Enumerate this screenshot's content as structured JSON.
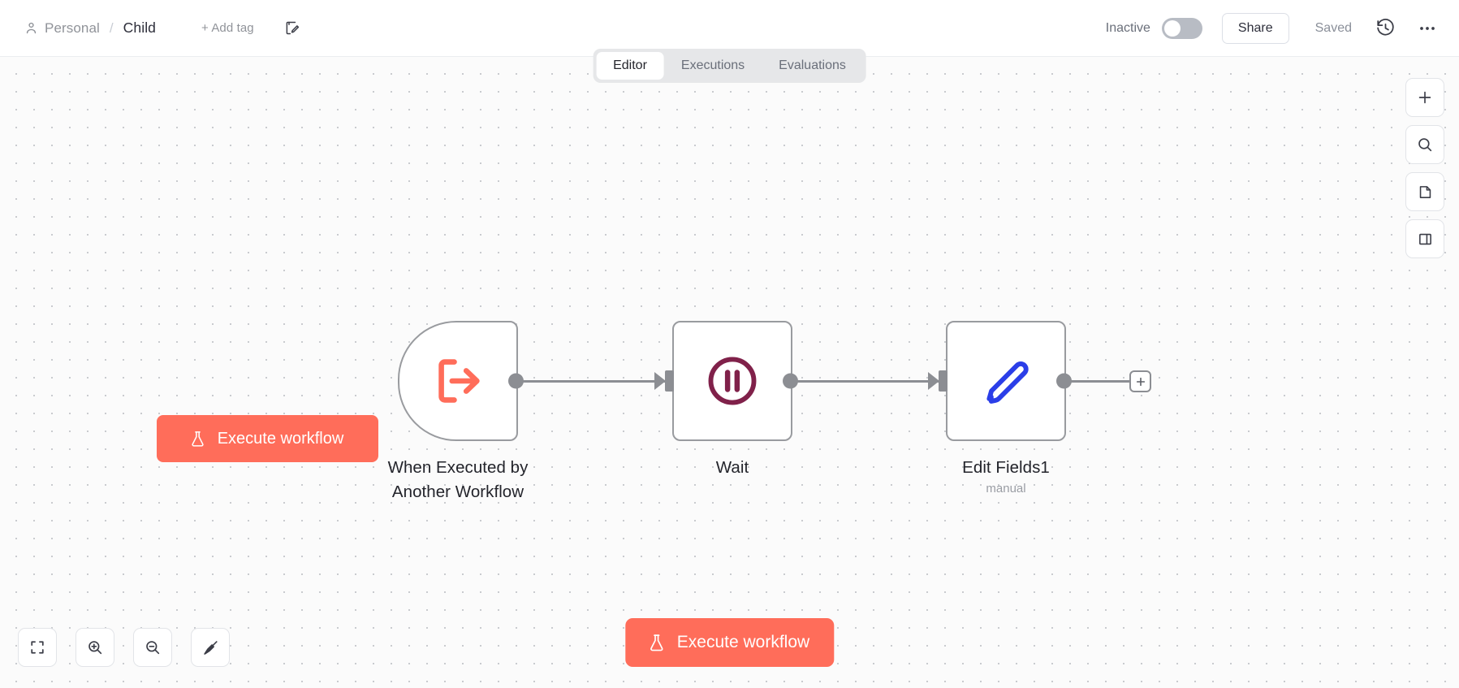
{
  "header": {
    "project_icon": "person-icon",
    "project": "Personal",
    "separator": "/",
    "workflow_name": "Child",
    "add_tag": "+ Add tag",
    "edit_icon": "edit-note-icon",
    "active_state_label": "Inactive",
    "toggle_state": "off",
    "share_label": "Share",
    "save_state": "Saved",
    "history_icon": "history-clock-icon",
    "more_icon": "more-horizontal-icon"
  },
  "tabs": [
    {
      "label": "Editor",
      "active": true
    },
    {
      "label": "Executions",
      "active": false
    },
    {
      "label": "Evaluations",
      "active": false
    }
  ],
  "canvas": {
    "execute_button_node": {
      "label": "Execute workflow",
      "icon": "flask-icon",
      "color": "#ff6d5a"
    },
    "execute_button_bottom": {
      "label": "Execute workflow",
      "icon": "flask-icon",
      "color": "#ff6d5a"
    },
    "add_node_chip": {
      "icon": "plus-icon"
    },
    "nodes": [
      {
        "id": "trigger",
        "title_line1": "When Executed by",
        "title_line2": "Another Workflow",
        "subtitle": "",
        "icon": "arrow-exit-bracket-icon",
        "icon_color": "#ff6d5a",
        "shape": "trigger"
      },
      {
        "id": "wait",
        "title_line1": "Wait",
        "title_line2": "",
        "subtitle": "",
        "icon": "pause-circle-icon",
        "icon_color": "#80214a",
        "shape": "square"
      },
      {
        "id": "edit-fields",
        "title_line1": "Edit Fields1",
        "title_line2": "",
        "subtitle": "manual",
        "icon": "pen-icon",
        "icon_color": "#2b3ee8",
        "shape": "square"
      }
    ]
  },
  "right_toolbar": [
    {
      "name": "add-node-button",
      "icon": "plus-icon"
    },
    {
      "name": "search-nodes-button",
      "icon": "search-icon"
    },
    {
      "name": "add-sticky-note-button",
      "icon": "sticky-note-icon"
    },
    {
      "name": "toggle-panel-button",
      "icon": "side-panel-icon"
    }
  ],
  "bottom_toolbar": [
    {
      "name": "fit-view-button",
      "icon": "fit-screen-icon"
    },
    {
      "name": "zoom-in-button",
      "icon": "zoom-in-icon"
    },
    {
      "name": "zoom-out-button",
      "icon": "zoom-out-icon"
    },
    {
      "name": "tidy-up-button",
      "icon": "broom-icon"
    }
  ]
}
